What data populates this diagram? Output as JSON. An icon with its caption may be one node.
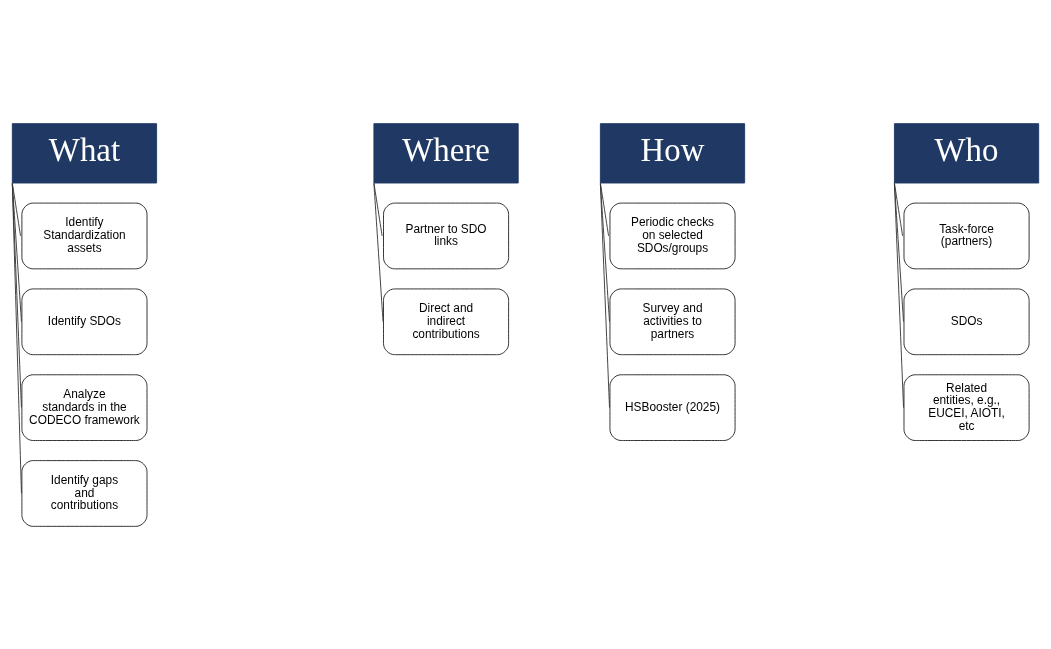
{
  "diagram": {
    "nodes": [
      {
        "text": [
          "What"
        ]
      },
      {
        "text": [
          "Identify Standardization assets"
        ]
      },
      {
        "text": [
          "Identify SDOs"
        ]
      },
      {
        "text": [
          "Analyze standards in the CODECO framework"
        ]
      },
      {
        "text": [
          "Identify gaps and contributions"
        ]
      },
      {
        "text": [
          "Where"
        ]
      },
      {
        "text": [
          "Partner to SDO links"
        ]
      },
      {
        "text": [
          "Direct and indirect contributions"
        ]
      },
      {
        "text": [
          "How"
        ]
      },
      {
        "text": [
          "Periodic checks on selected SDOs/groups"
        ]
      },
      {
        "text": [
          "Survey and activities to partners"
        ]
      },
      {
        "text": [
          "HSBooster (2025)"
        ]
      },
      {
        "text": [
          "Who"
        ]
      },
      {
        "text": [
          "Task-force (partners)"
        ]
      },
      {
        "text": [
          "SDOs"
        ]
      },
      {
        "text": [
          "Related entities, e.g., EUCEI, AIOTI, etc"
        ]
      }
    ],
    "edges": [
      {
        "from": 0,
        "to": 1,
        "arrow": "none"
      },
      {
        "from": 0,
        "to": 2,
        "arrow": "none"
      },
      {
        "from": 0,
        "to": 3,
        "arrow": "none"
      },
      {
        "from": 0,
        "to": 4,
        "arrow": "none"
      },
      {
        "from": 5,
        "to": 6,
        "arrow": "none"
      },
      {
        "from": 5,
        "to": 7,
        "arrow": "none"
      },
      {
        "from": 8,
        "to": 9,
        "arrow": "none"
      },
      {
        "from": 8,
        "to": 10,
        "arrow": "none"
      },
      {
        "from": 8,
        "to": 11,
        "arrow": "none"
      },
      {
        "from": 12,
        "to": 13,
        "arrow": "none"
      },
      {
        "from": 12,
        "to": 14,
        "arrow": "none"
      },
      {
        "from": 12,
        "to": 15,
        "arrow": "none"
      }
    ]
  }
}
